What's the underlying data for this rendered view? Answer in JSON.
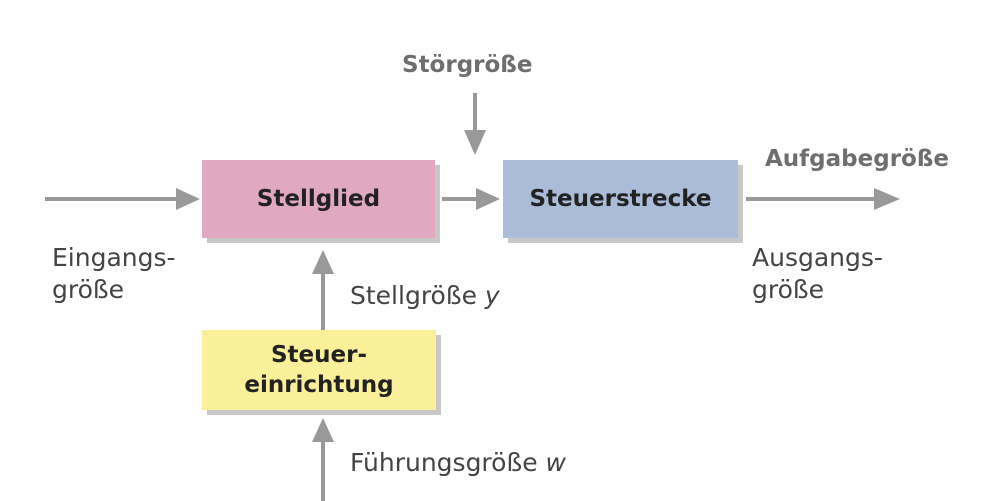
{
  "blocks": {
    "actuator": "Stellglied",
    "controlled_system": "Steuerstrecke",
    "controller": "Steuer-\neinrichtung"
  },
  "labels": {
    "disturbance": "Störgröße",
    "task_variable": "Aufgabegröße",
    "input": "Eingangs-\ngröße",
    "output": "Ausgangs-\ngröße",
    "manipulated": "Stellgröße",
    "manipulated_symbol": "y",
    "reference": "Führungsgröße",
    "reference_symbol": "w"
  },
  "colors": {
    "actuator": "#e0a9c1",
    "controlled_system": "#aabcd8",
    "controller": "#faf09a",
    "arrow": "#999999"
  }
}
